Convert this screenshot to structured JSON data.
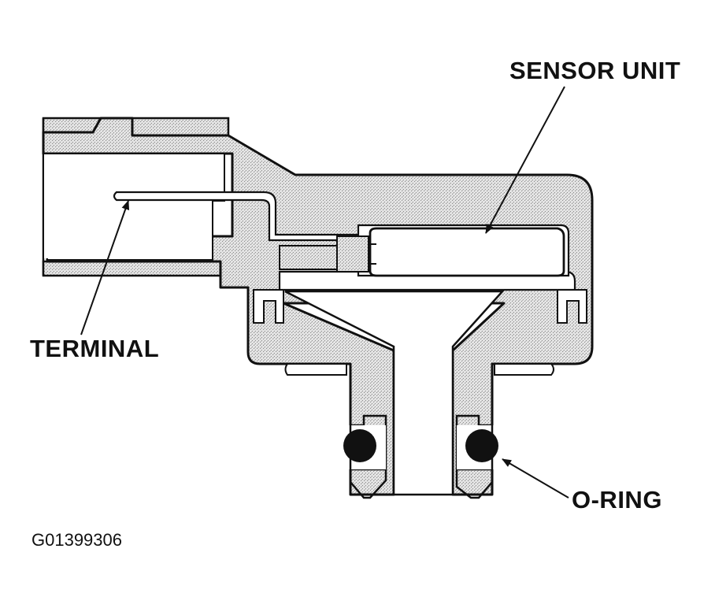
{
  "labels": {
    "sensor_unit": "SENSOR UNIT",
    "terminal": "TERMINAL",
    "o_ring": "O-RING",
    "figure_id": "G01399306"
  },
  "colors": {
    "ink": "#111111",
    "housing_fill": "#d6d6d6",
    "background": "#ffffff"
  }
}
